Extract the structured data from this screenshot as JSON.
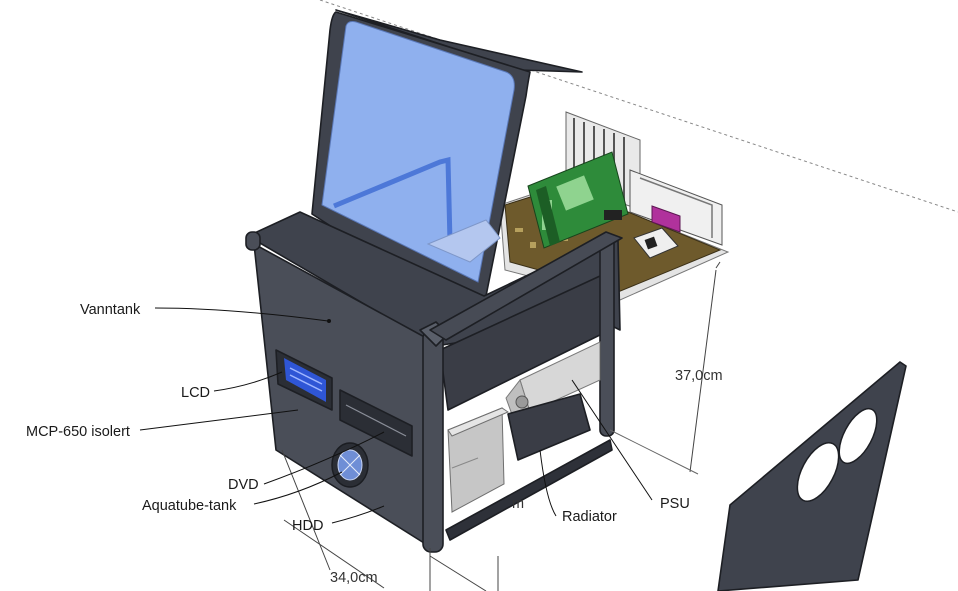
{
  "labels": {
    "vanntank": "Vanntank",
    "lcd": "LCD",
    "mcp": "MCP-650 isolert",
    "dvd": "DVD",
    "aquatube": "Aquatube-tank",
    "hdd": "HDD",
    "radiator": "Radiator",
    "psu": "PSU"
  },
  "dimensions": {
    "height": "37,0cm",
    "width": "34,0cm",
    "hidden_fragment": "m"
  },
  "colors": {
    "panel": "#3f434d",
    "panel_dark": "#2b2e35",
    "frame": "#4a4e58",
    "glass": "#8fb0ee",
    "lcd_screen": "#2f56d6",
    "motherboard": "#6e5a2c",
    "pcb_green": "#2e8b3a",
    "metal": "#d8d8d8",
    "magenta_ram": "#b0329c"
  }
}
